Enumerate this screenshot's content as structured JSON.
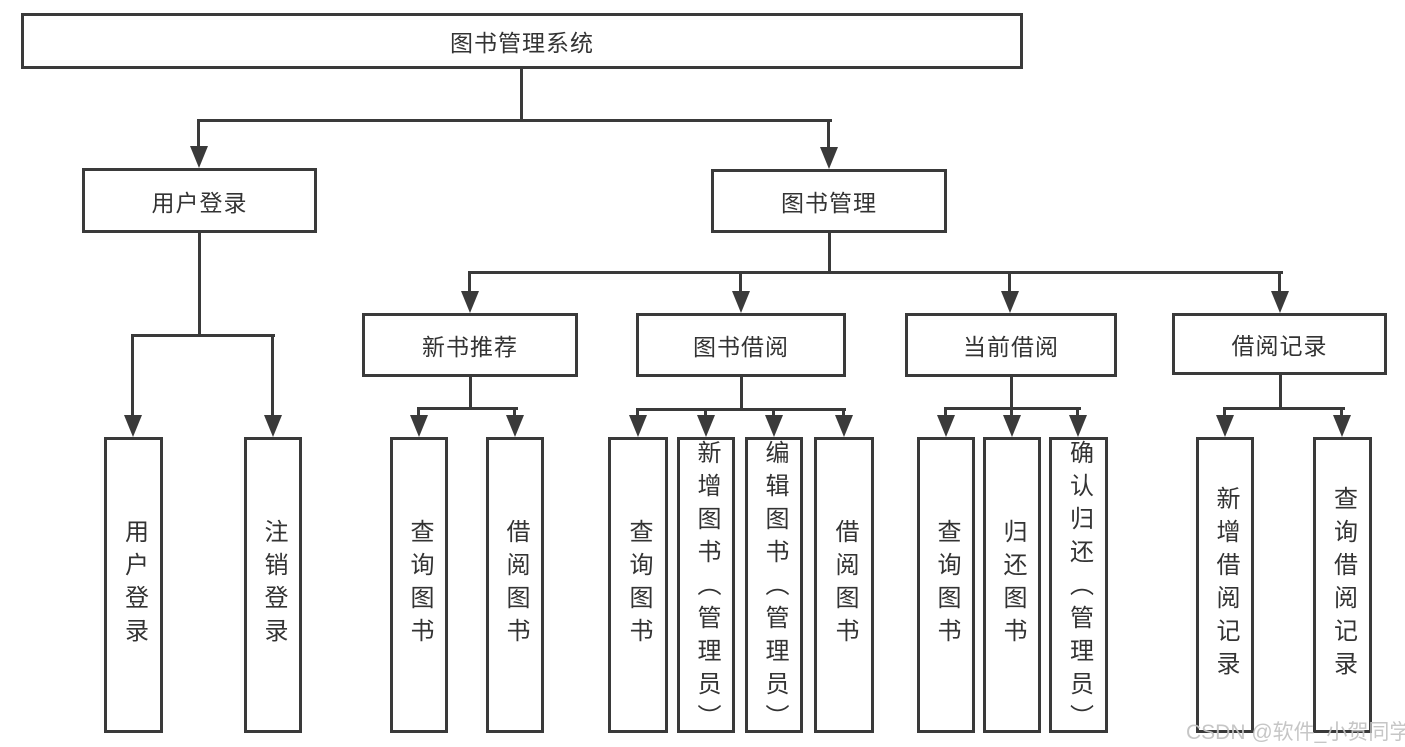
{
  "tree": {
    "root": {
      "label": "图书管理系统"
    },
    "user_login": {
      "label": "用户登录",
      "children": [
        "用户登录",
        "注销登录"
      ]
    },
    "book_mgmt": {
      "label": "图书管理",
      "groups": [
        {
          "label": "新书推荐",
          "children": [
            "查询图书",
            "借阅图书"
          ]
        },
        {
          "label": "图书借阅",
          "children": [
            "查询图书",
            "新增图书（管理员）",
            "编辑图书（管理员）",
            "借阅图书"
          ]
        },
        {
          "label": "当前借阅",
          "children": [
            "查询图书",
            "归还图书",
            "确认归还（管理员）"
          ]
        },
        {
          "label": "借阅记录",
          "children": [
            "新增借阅记录",
            "查询借阅记录"
          ]
        }
      ]
    }
  },
  "watermark": "CSDN @软件_小贺同学",
  "colors": {
    "line": "#3a3a3a",
    "text": "#333333",
    "watermark": "#c4c4c4",
    "background": "#ffffff"
  }
}
